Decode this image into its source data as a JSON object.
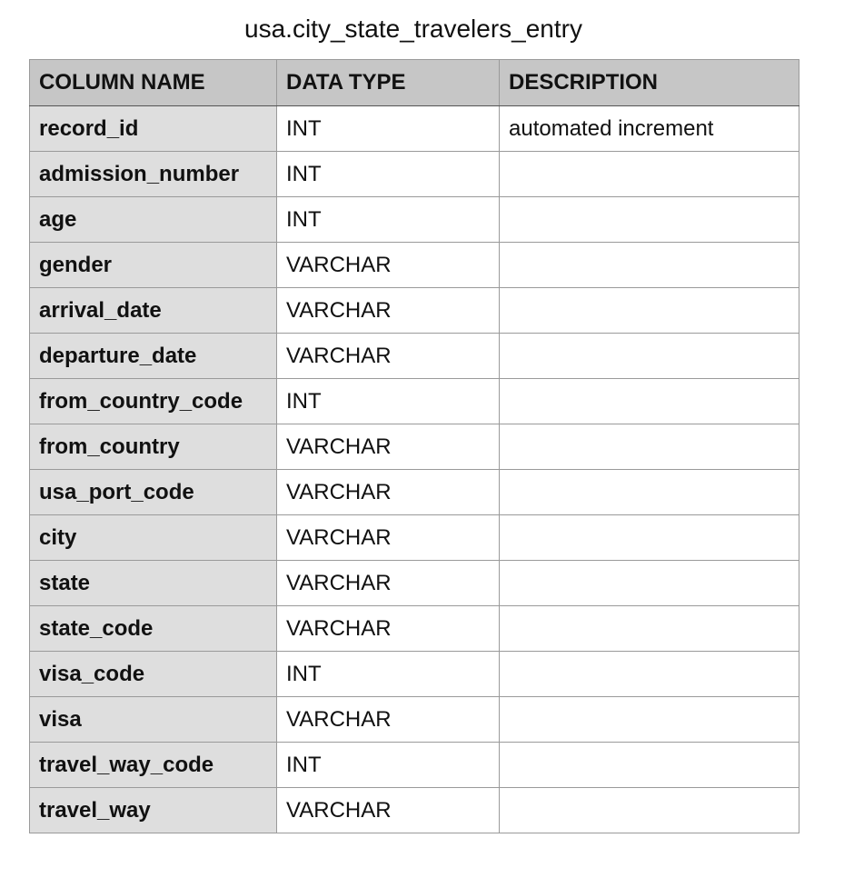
{
  "title": "usa.city_state_travelers_entry",
  "table": {
    "headers": [
      "COLUMN NAME",
      "DATA TYPE",
      "DESCRIPTION"
    ],
    "rows": [
      {
        "name": "record_id",
        "type": "INT",
        "description": "automated increment"
      },
      {
        "name": "admission_number",
        "type": "INT",
        "description": ""
      },
      {
        "name": "age",
        "type": "INT",
        "description": ""
      },
      {
        "name": "gender",
        "type": "VARCHAR",
        "description": ""
      },
      {
        "name": "arrival_date",
        "type": "VARCHAR",
        "description": ""
      },
      {
        "name": "departure_date",
        "type": "VARCHAR",
        "description": ""
      },
      {
        "name": "from_country_code",
        "type": "INT",
        "description": ""
      },
      {
        "name": "from_country",
        "type": "VARCHAR",
        "description": ""
      },
      {
        "name": "usa_port_code",
        "type": "VARCHAR",
        "description": ""
      },
      {
        "name": "city",
        "type": "VARCHAR",
        "description": ""
      },
      {
        "name": "state",
        "type": "VARCHAR",
        "description": ""
      },
      {
        "name": "state_code",
        "type": "VARCHAR",
        "description": ""
      },
      {
        "name": "visa_code",
        "type": "INT",
        "description": ""
      },
      {
        "name": "visa",
        "type": "VARCHAR",
        "description": ""
      },
      {
        "name": "travel_way_code",
        "type": "INT",
        "description": ""
      },
      {
        "name": "travel_way",
        "type": "VARCHAR",
        "description": ""
      }
    ]
  },
  "colors": {
    "header_background": "#c6c6c6",
    "name_column_background": "#dedede",
    "grid_line": "#9a9a9a"
  }
}
